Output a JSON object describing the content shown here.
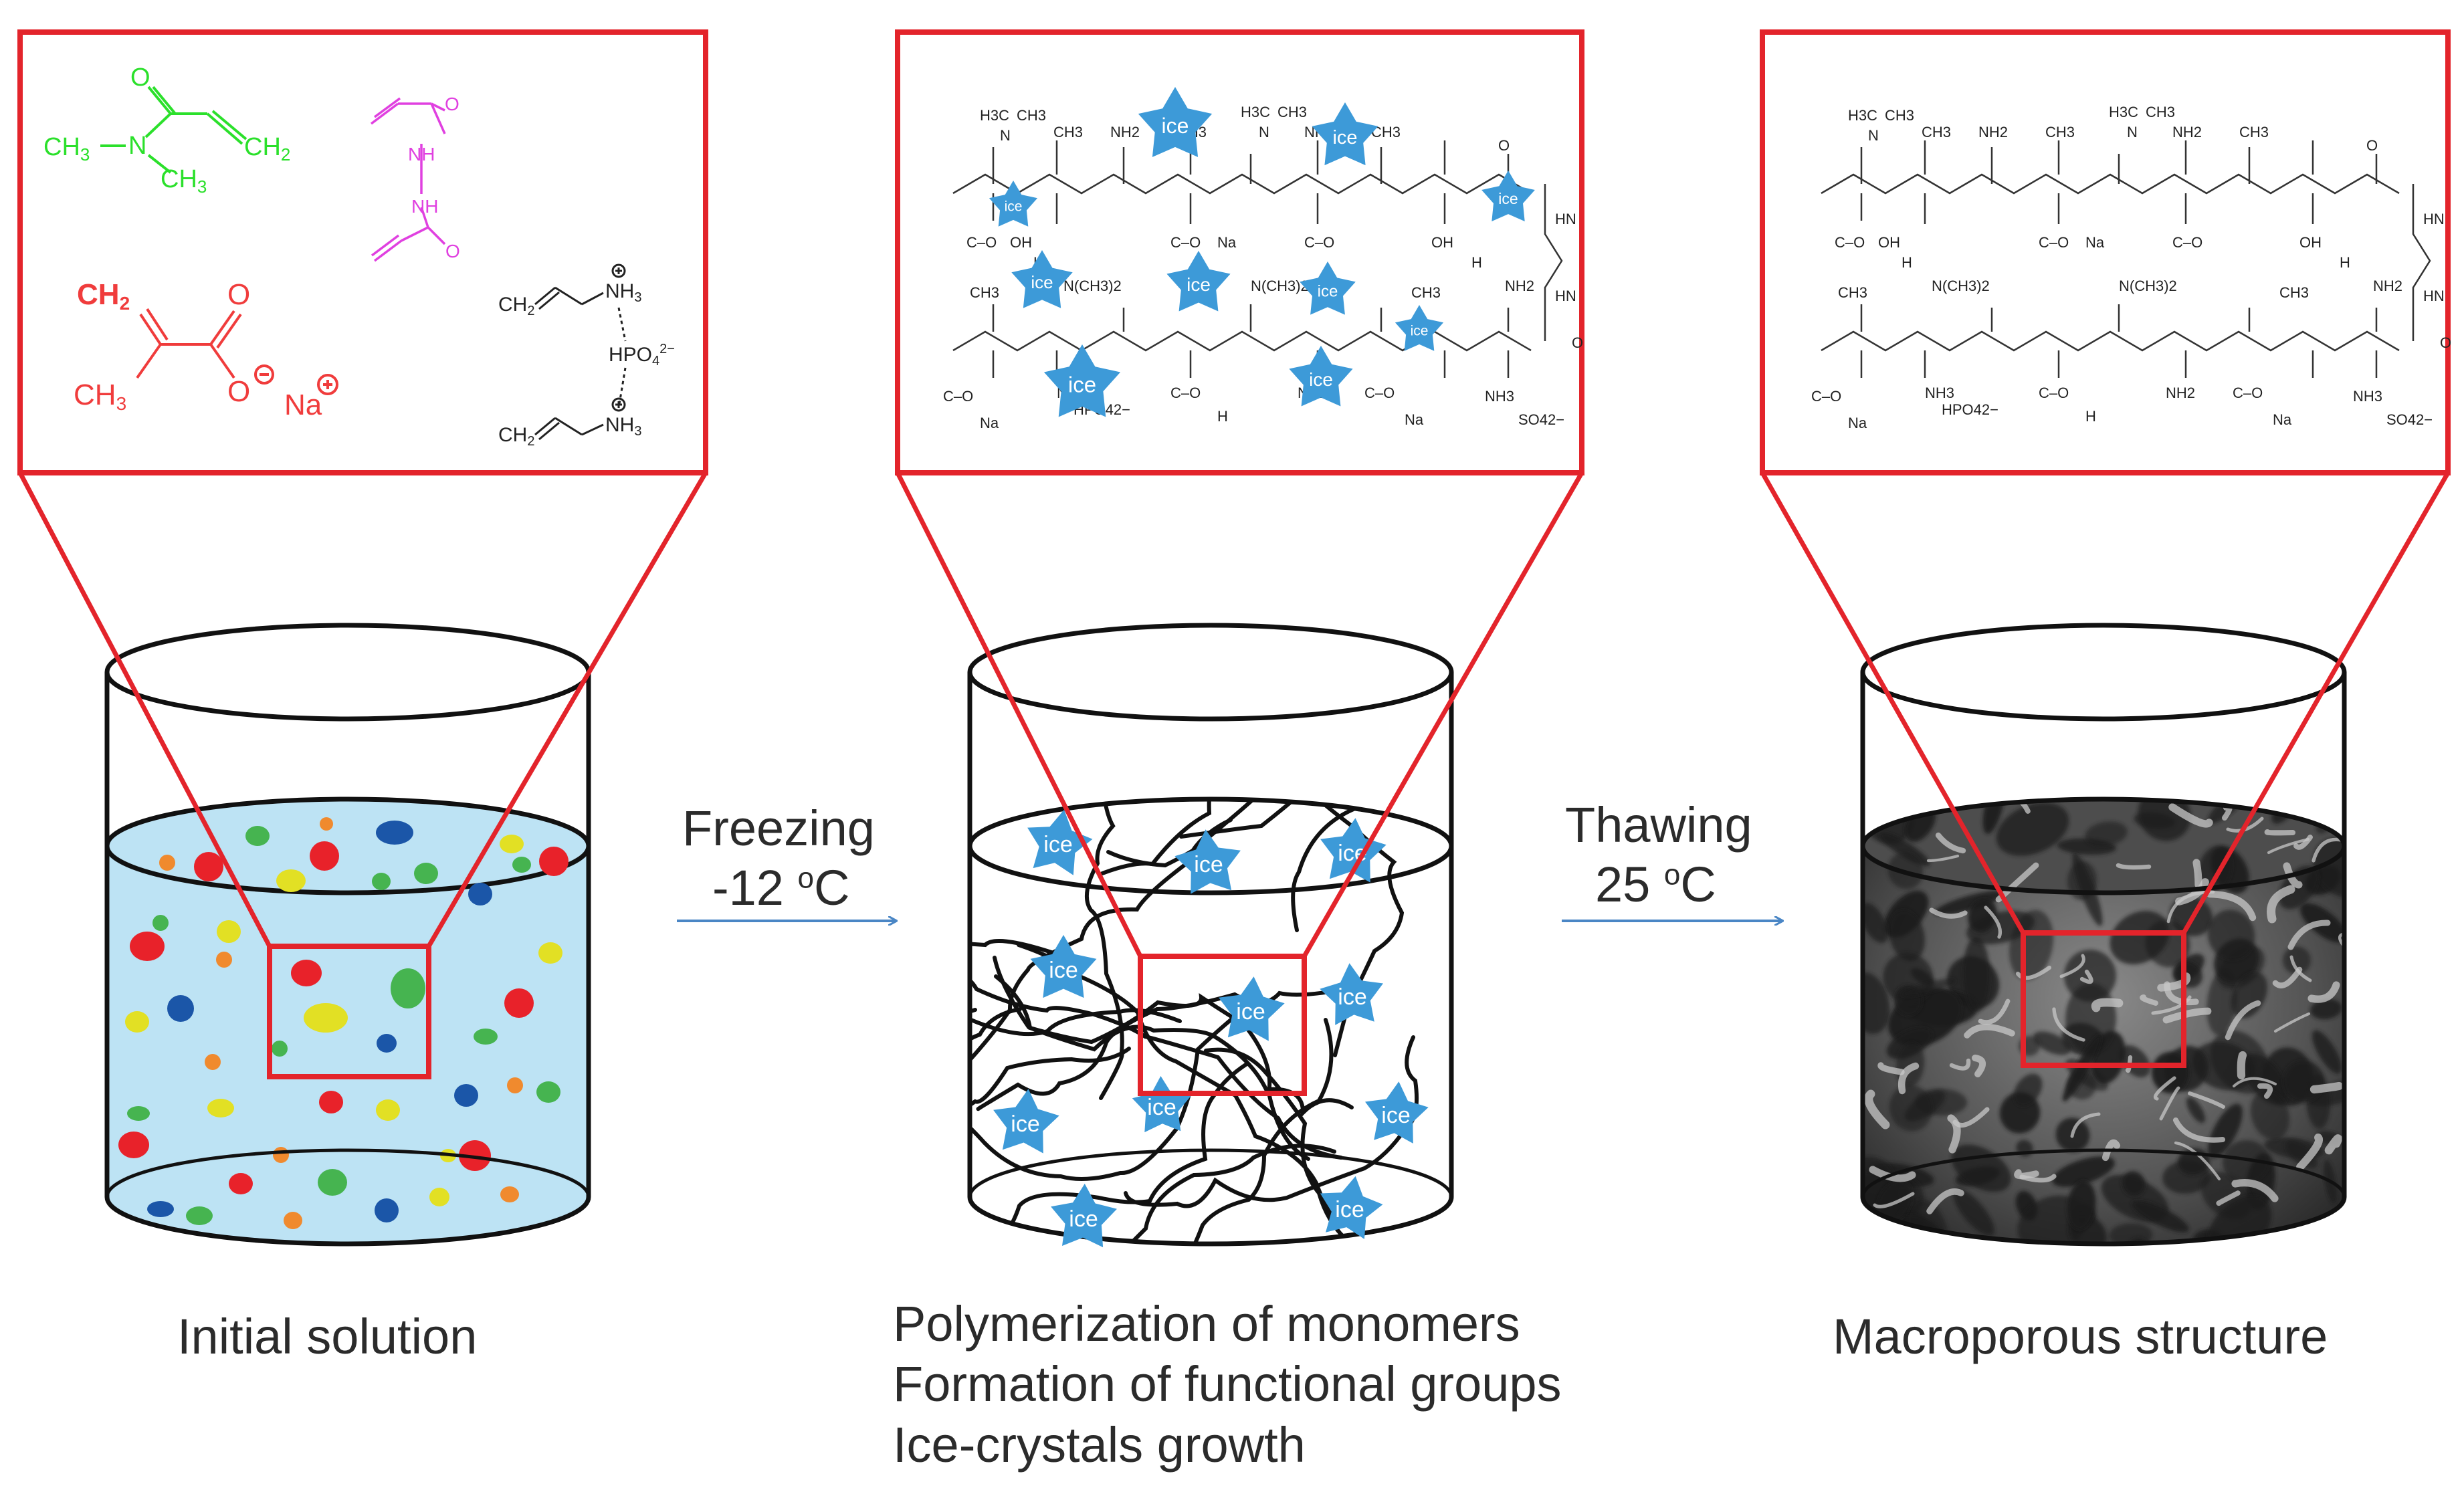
{
  "stages": [
    {
      "id": "initial",
      "caption_lines": [
        "Initial solution"
      ],
      "inset": {
        "dmaa": {
          "ch3_left": "CH",
          "ch3_left_sub": "3",
          "n": "N",
          "o": "O",
          "ch2": "CH",
          "ch2_sub": "2",
          "ch3_bottom": "CH",
          "ch3_bottom_sub": "3"
        },
        "crosslinker": {
          "o_top": "O",
          "nh_top": "NH",
          "nh_bottom": "NH",
          "o_bottom": "O"
        },
        "sodium_methacrylate": {
          "ch2": "CH",
          "ch2_sub": "2",
          "o": "O",
          "ch3": "CH",
          "ch3_sub": "3",
          "o_minus": "O",
          "na": "Na"
        },
        "allylamine_phosphate": {
          "ch2_top": "CH",
          "ch2_top_sub": "2",
          "nh3_top": "NH",
          "nh3_top_sub": "3",
          "hpo4": "HPO",
          "hpo4_sub": "4",
          "hpo4_sup": "2−",
          "ch2_bottom": "CH",
          "ch2_bottom_sub": "2",
          "nh3_bottom": "NH",
          "nh3_bottom_sub": "3"
        }
      }
    },
    {
      "id": "frozen",
      "caption_lines": [
        "Polymerization of monomers",
        "Formation of functional groups",
        "Ice-crystals growth"
      ],
      "ice_label": "ice"
    },
    {
      "id": "thawed",
      "caption_lines": [
        "Macroporous structure"
      ]
    }
  ],
  "arrows": [
    {
      "label_line1": "Freezing",
      "label_line2_prefix": "-12 ",
      "label_line2_sup": "o",
      "label_line2_suffix": "C"
    },
    {
      "label_line1": "Thawing",
      "label_line2_prefix": "25 ",
      "label_line2_sup": "o",
      "label_line2_suffix": "C"
    }
  ],
  "polymer_labels": {
    "h3c": "H3C",
    "ch3": "CH3",
    "n": "N",
    "nh2": "NH2",
    "o": "O",
    "oh": "OH",
    "c_o": "C–O",
    "na": "Na",
    "h": "H",
    "hn": "HN",
    "nme2": "N(CH3)2",
    "nh3": "NH3",
    "hpo4": "HPO42−",
    "so4": "SO42−",
    "plus": "+",
    "minus": "−"
  },
  "colors": {
    "frame_red": "#e3242b",
    "solution_blue": "#bde3f4",
    "ice_blue": "#3d9ad8",
    "arrow_blue": "#4a86c5",
    "dmaa_green": "#2be02b",
    "crosslinker_magenta": "#e040e0",
    "methacrylate_red": "#f03c3c",
    "droplet_red": "#e8222a",
    "droplet_blue": "#1b56a8",
    "droplet_green": "#46b450",
    "droplet_yellow": "#e2e024",
    "droplet_orange": "#f08a2e"
  }
}
